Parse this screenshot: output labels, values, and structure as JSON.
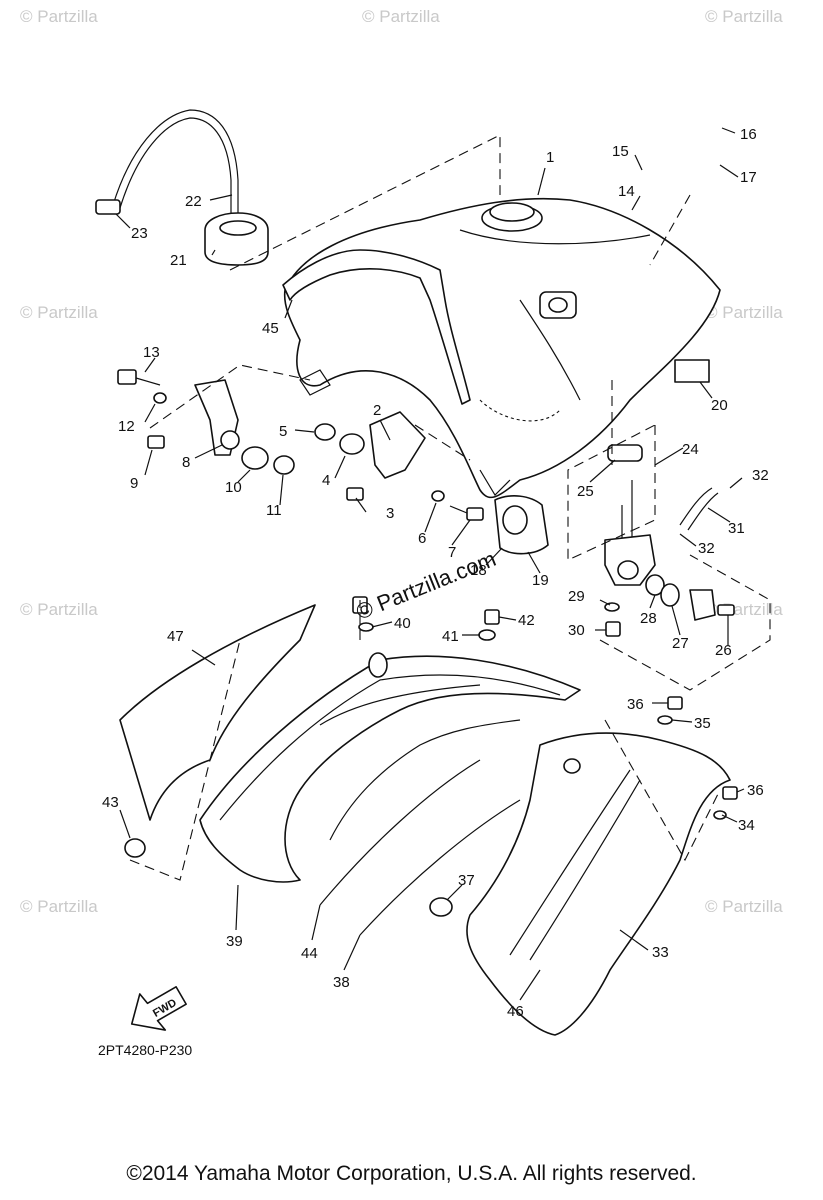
{
  "diagram": {
    "callouts": [
      "1",
      "2",
      "3",
      "4",
      "5",
      "6",
      "7",
      "8",
      "9",
      "10",
      "11",
      "12",
      "13",
      "14",
      "15",
      "16",
      "17",
      "18",
      "19",
      "20",
      "21",
      "22",
      "23",
      "24",
      "25",
      "26",
      "27",
      "28",
      "29",
      "30",
      "31",
      "32",
      "32",
      "33",
      "34",
      "35",
      "36",
      "36",
      "37",
      "38",
      "39",
      "40",
      "41",
      "42",
      "43",
      "44",
      "45",
      "46",
      "47"
    ],
    "diagram_code": "2PT4280-P230",
    "fwd_label": "FWD",
    "watermark": "© Partzilla",
    "center_watermark": "© Partzilla.com",
    "copyright": "©2014  Yamaha Motor Corporation, U.S.A. All rights reserved."
  }
}
